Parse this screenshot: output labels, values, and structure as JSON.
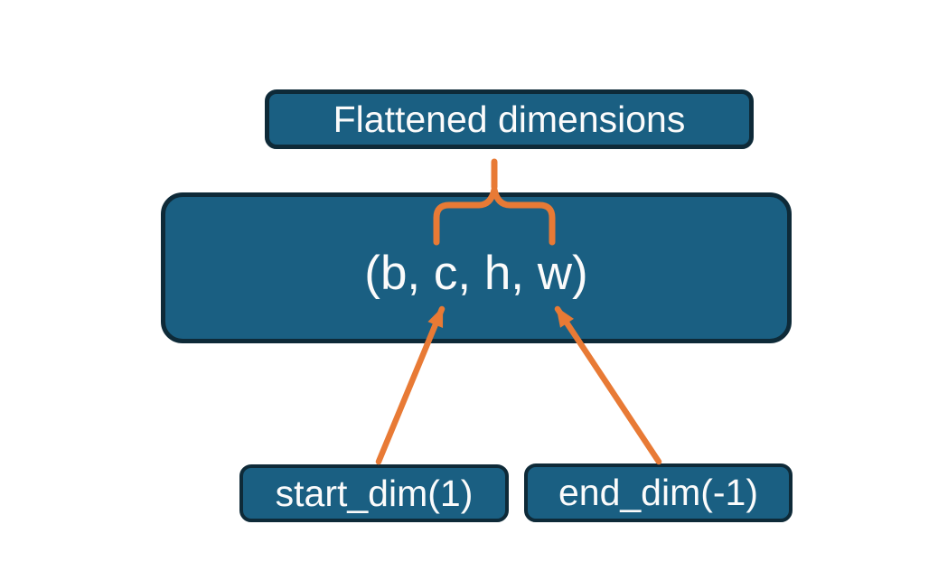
{
  "colors": {
    "background": "#ffffff",
    "box_fill": "#1a5f82",
    "box_border": "#0e2a38",
    "connector": "#e87a35",
    "text": "#fbfbfb"
  },
  "diagram": {
    "title_box": {
      "label": "Flattened dimensions"
    },
    "tensor_box": {
      "label": "(b, c, h, w)"
    },
    "params": [
      {
        "label": "start_dim(1)"
      },
      {
        "label": "end_dim(-1)"
      }
    ]
  }
}
